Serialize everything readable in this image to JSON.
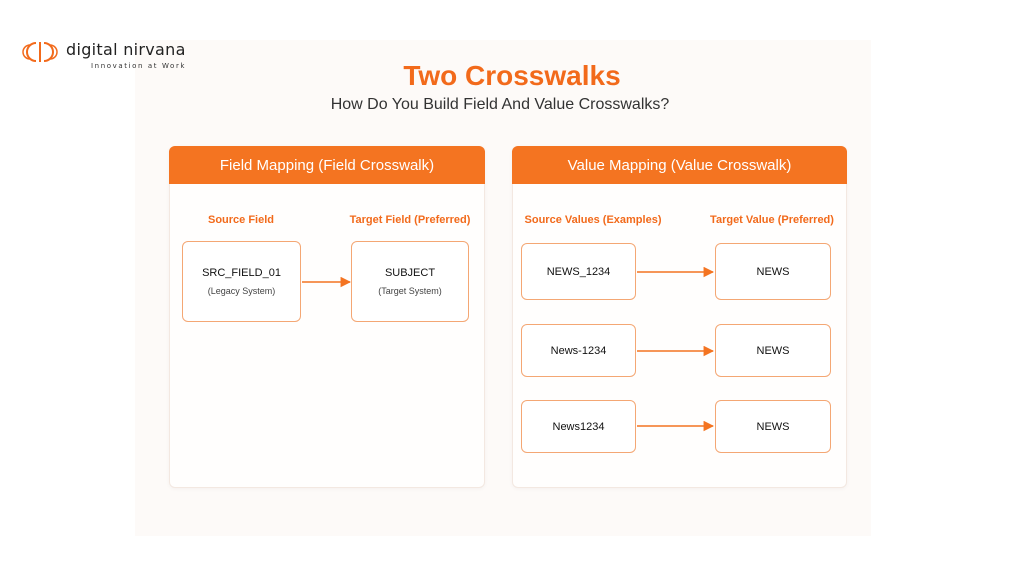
{
  "brand": {
    "name": "digital nirvana",
    "tagline": "Innovation at Work",
    "logo_icon": "dn-logo-icon",
    "color": "#f26a1b"
  },
  "slide": {
    "title": "Two Crosswalks",
    "subtitle": "How Do You Build Field And Value Crosswalks?"
  },
  "field_mapping": {
    "header": "Field Mapping (Field Crosswalk)",
    "source_label": "Source Field",
    "target_label": "Target Field (Preferred)",
    "source": {
      "main": "SRC_FIELD_01",
      "sub": "(Legacy System)"
    },
    "target": {
      "main": "SUBJECT",
      "sub": "(Target System)"
    }
  },
  "value_mapping": {
    "header": "Value Mapping (Value Crosswalk)",
    "source_label": "Source Values (Examples)",
    "target_label": "Target Value (Preferred)",
    "rows": [
      {
        "source": "NEWS_1234",
        "target": "NEWS"
      },
      {
        "source": "News-1234",
        "target": "NEWS"
      },
      {
        "source": "News1234",
        "target": "NEWS"
      }
    ]
  },
  "colors": {
    "accent": "#f47421",
    "box_border": "#f4a774"
  }
}
